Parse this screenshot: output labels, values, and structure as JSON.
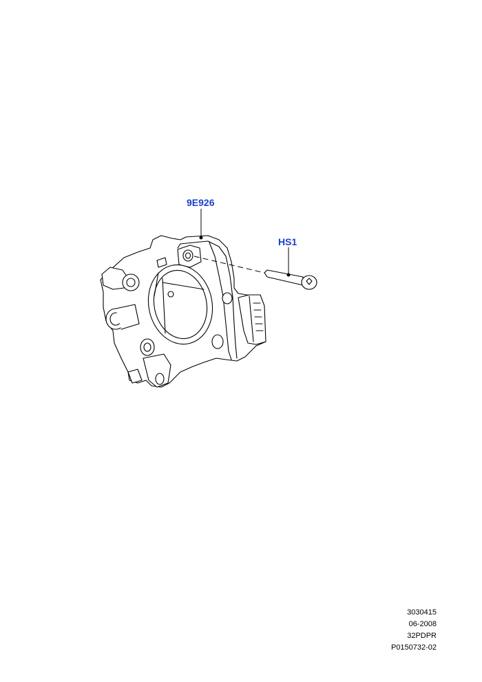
{
  "diagram": {
    "callouts": [
      {
        "label": "9E926"
      },
      {
        "label": "HS1"
      }
    ],
    "callout_color": "#1a3fcc",
    "line_color": "#000000"
  },
  "footer": {
    "lines": [
      "3030415",
      "06-2008",
      "32PDPR",
      "P0150732-02"
    ]
  }
}
